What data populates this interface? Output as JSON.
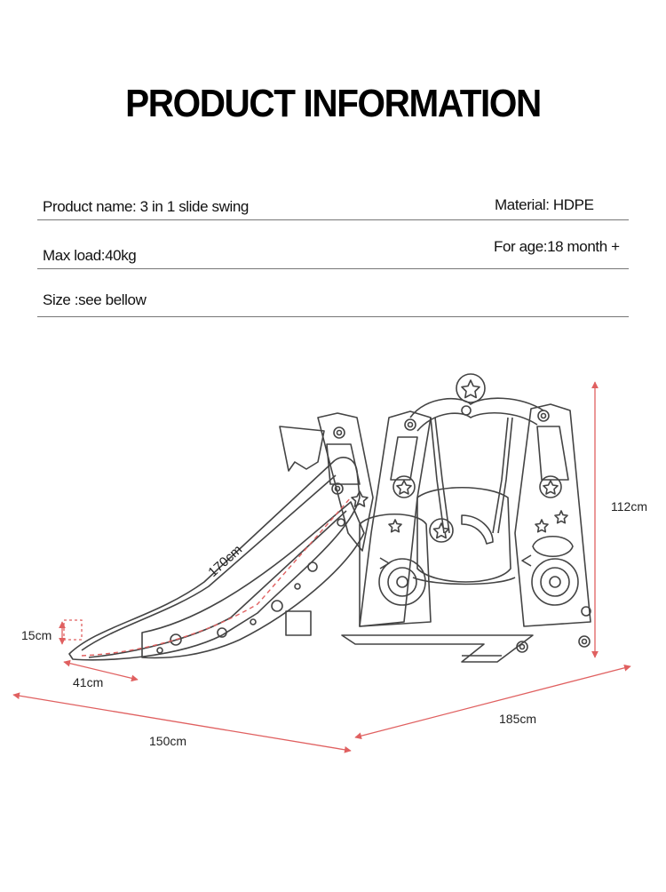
{
  "title": "PRODUCT INFORMATION",
  "specs": {
    "product_name": "Product name: 3 in 1 slide swing",
    "material": "Material: HDPE",
    "max_load": "Max load:40kg",
    "age": "For age:18 month +",
    "size": "Size :see bellow"
  },
  "dimensions": {
    "slide_length": "170cm",
    "height": "112cm",
    "slide_end_height": "15cm",
    "slide_width": "41cm",
    "depth": "150cm",
    "width": "185cm"
  },
  "colors": {
    "outline": "#444444",
    "dimension_line": "#e06060"
  }
}
